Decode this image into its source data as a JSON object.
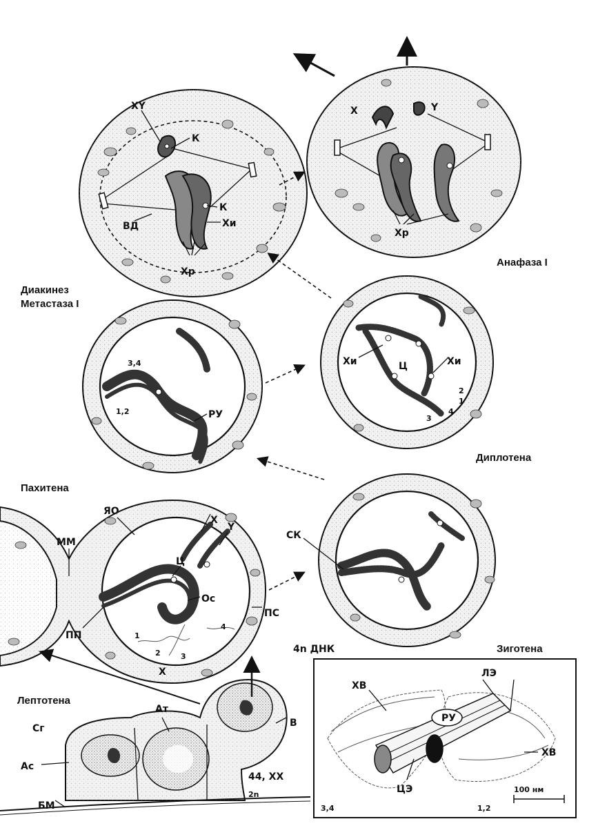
{
  "stages": {
    "diakinesis_metaphase": "Диакинез\nМетастаза I",
    "anaphase": "Анафаза I",
    "diplotene": "Диплотена",
    "pachytene": "Пахитена",
    "zygotene": "Зиготена",
    "leptotene": "Лептотена"
  },
  "labels": {
    "xy": "XY",
    "k": "К",
    "vd": "ВД",
    "khi": "Хи",
    "khr": "Хр",
    "x": "X",
    "y": "Y",
    "ts": "Ц",
    "num_34": "3,4",
    "num_12": "1,2",
    "ru": "РУ",
    "n1": "1",
    "n2": "2",
    "n3": "3",
    "n4": "4",
    "yao": "ЯО",
    "mm": "ММ",
    "pp": "ПП",
    "os": "Ос",
    "ps": "ПС",
    "sk": "СК",
    "dna4n": "4n ДНК",
    "khv": "ХВ",
    "le": "ЛЭ",
    "tse": "ЦЭ",
    "scale": "100 нм",
    "sg": "Сг",
    "at": "Ат",
    "v": "В",
    "as": "Ас",
    "bm": "БМ",
    "karyo": "44, XX",
    "two_n": "2n"
  },
  "icons": [
    "arrow-icon",
    "dashed-arrow-icon"
  ]
}
